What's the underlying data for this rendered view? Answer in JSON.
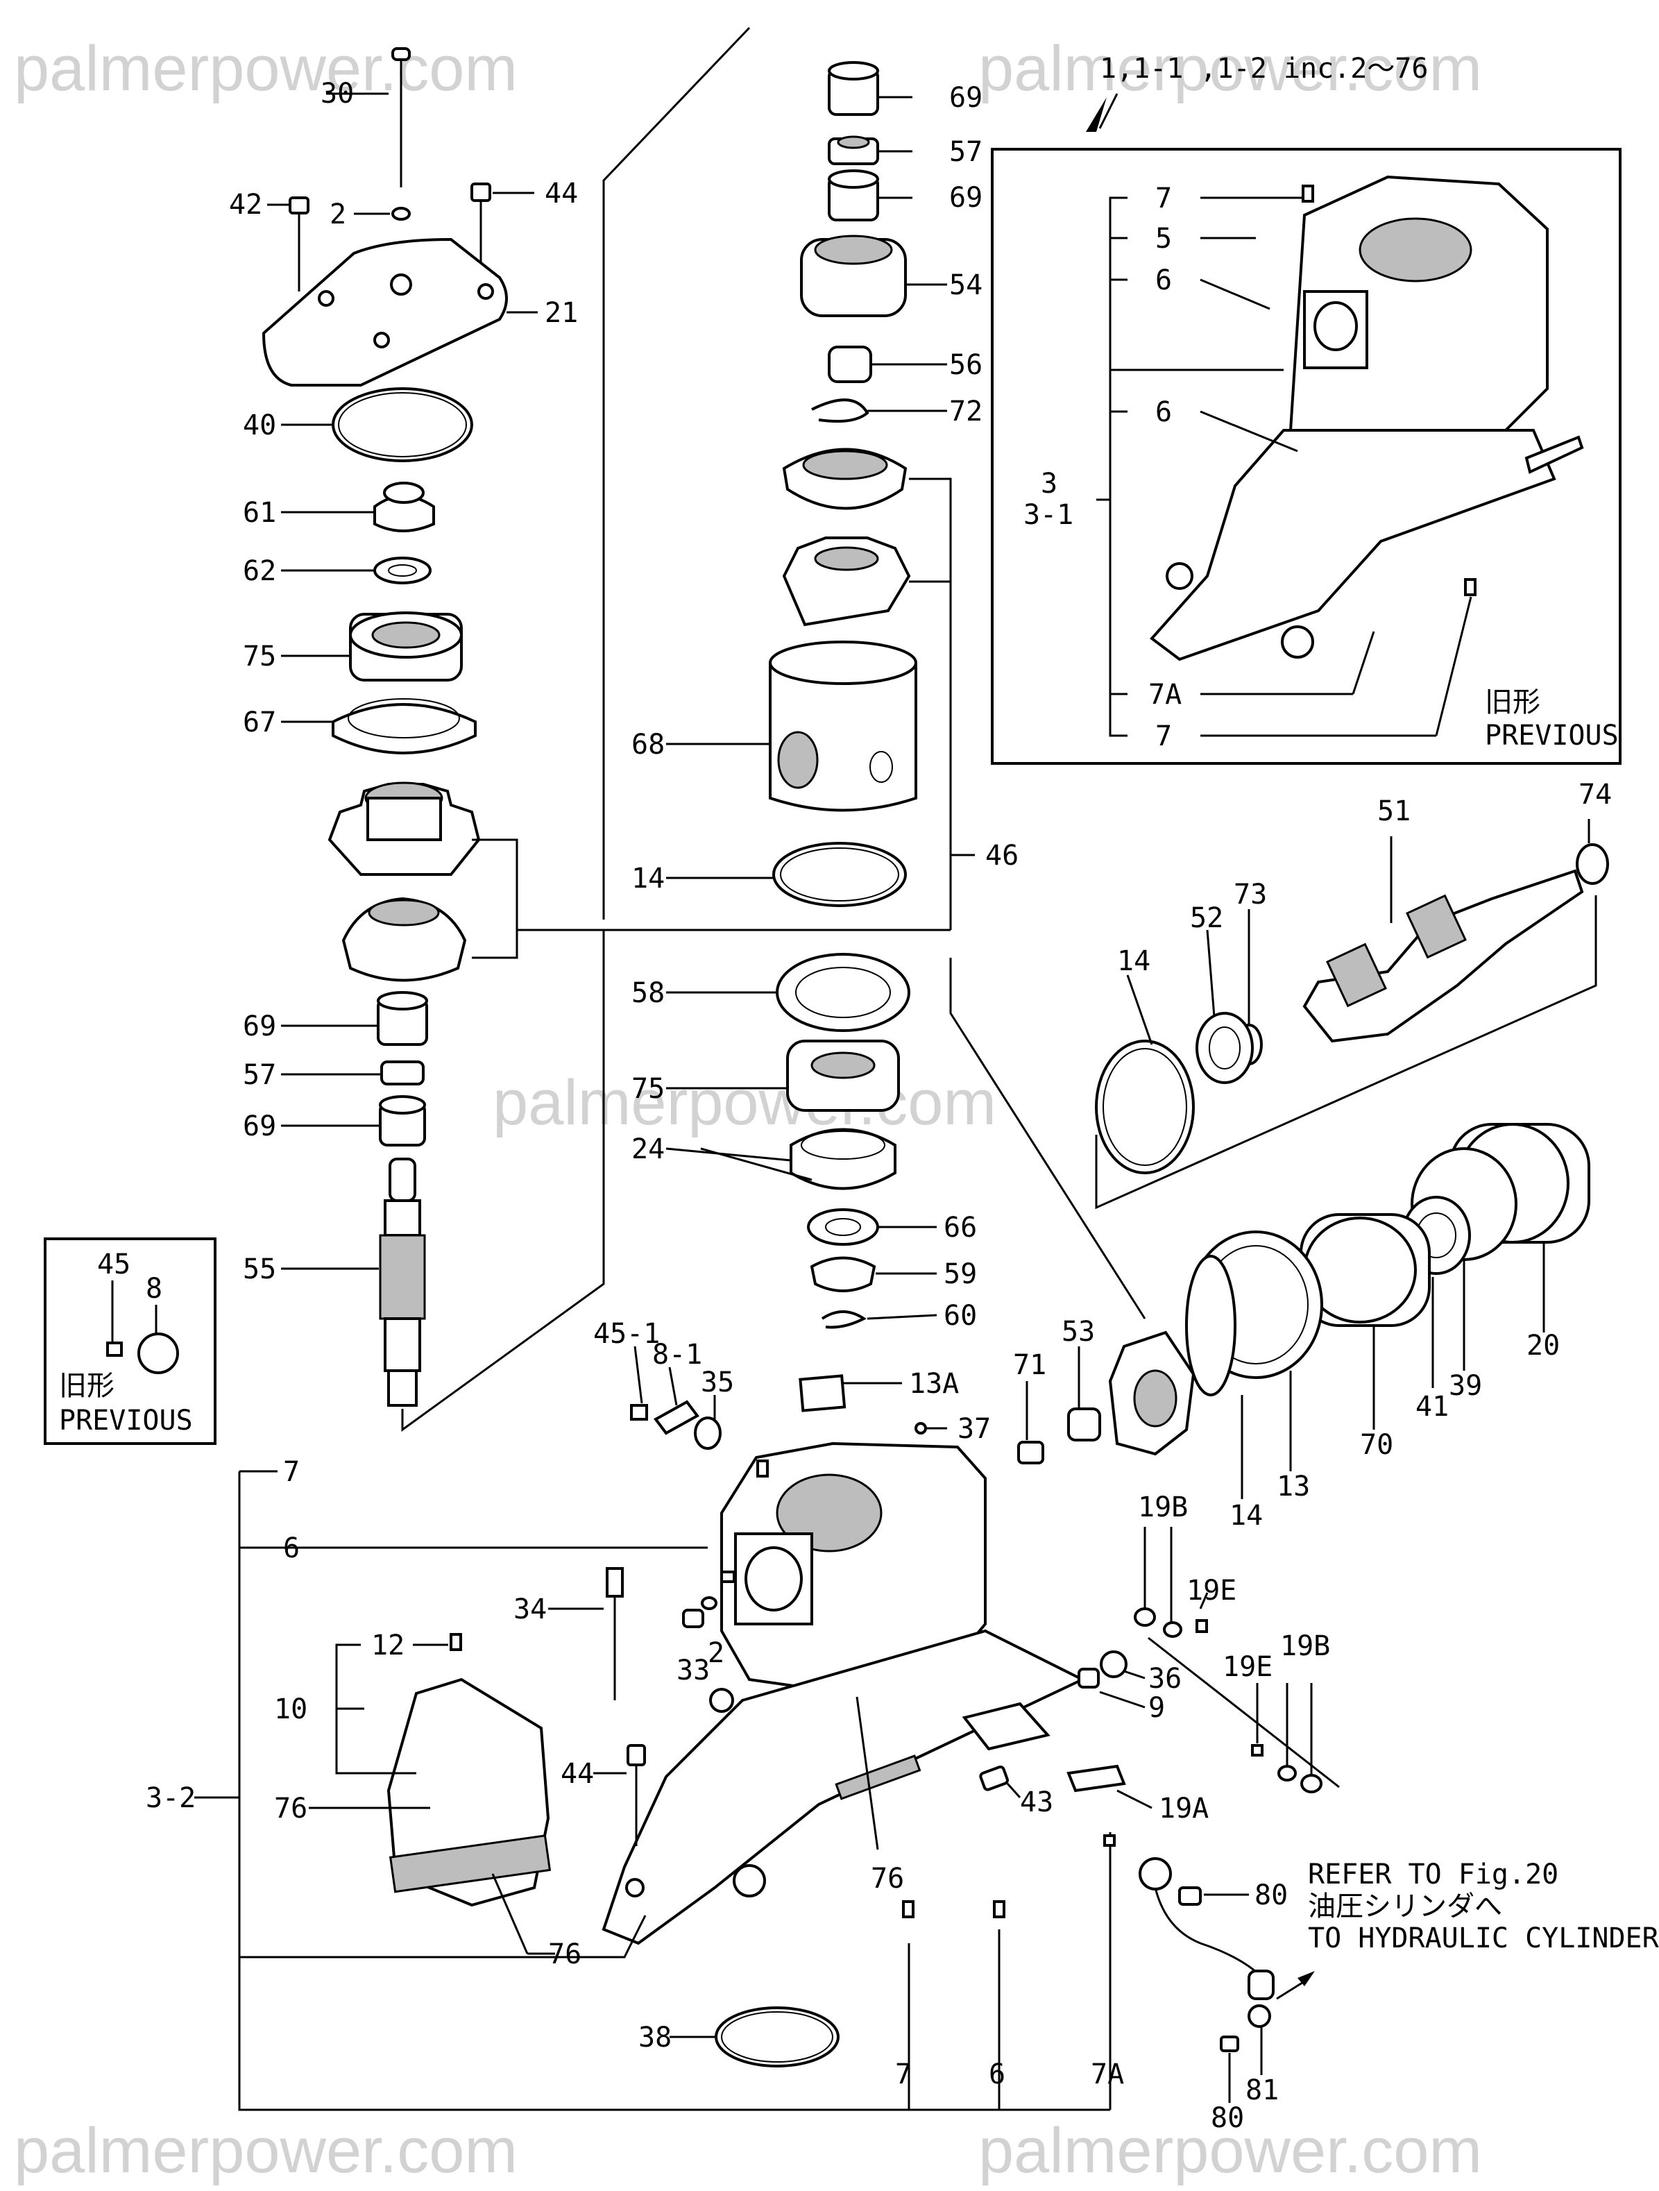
{
  "watermark": "palmerpower.com",
  "inset_header": "1,1-1 ,1-2 inc.2〜76",
  "previous_old": "旧形",
  "previous_en": "PREVIOUS",
  "refer": {
    "line1": "REFER TO Fig.20",
    "line2": "油圧シリンダへ",
    "line3": "TO HYDRAULIC CYLINDER"
  },
  "labels": {
    "l30": "30",
    "l2a": "2",
    "l42": "42",
    "l44a": "44",
    "l21": "21",
    "l40": "40",
    "l61": "61",
    "l62": "62",
    "l75a": "75",
    "l67": "67",
    "l69a": "69",
    "l57a": "57",
    "l69b": "69",
    "l55": "55",
    "l45": "45",
    "l8": "8",
    "l69c": "69",
    "l57b": "57",
    "l69d": "69",
    "l54": "54",
    "l56": "56",
    "l72": "72",
    "l68": "68",
    "l14a": "14",
    "l46": "46",
    "l58": "58",
    "l75b": "75",
    "l24": "24",
    "l66": "66",
    "l59": "59",
    "l60": "60",
    "i7a": "7",
    "i5": "5",
    "i6a": "6",
    "i6b": "6",
    "i3": "3",
    "i31": "3-1",
    "i7A": "7A",
    "i7b": "7",
    "l74": "74",
    "l51": "51",
    "l73": "73",
    "l52": "52",
    "l14b": "14",
    "l20": "20",
    "l39": "39",
    "l41": "41",
    "l70": "70",
    "l13": "13",
    "l14c": "14",
    "l53": "53",
    "l71": "71",
    "l451": "45-1",
    "l81b": "8-1",
    "l35": "35",
    "l13A": "13A",
    "l37": "37",
    "l7a": "7",
    "l6a": "6",
    "l34": "34",
    "l33": "33",
    "l2b": "2",
    "l12": "12",
    "l10": "10",
    "l32": "3-2",
    "l76a": "76",
    "l76b": "76",
    "l76c": "76",
    "l44b": "44",
    "l43": "43",
    "l19B1": "19B",
    "l19E1": "19E",
    "l36": "36",
    "l9": "9",
    "l19E2": "19E",
    "l19B2": "19B",
    "l19A": "19A",
    "l80a": "80",
    "l38": "38",
    "l7b": "7",
    "l6b": "6",
    "l7Ab": "7A",
    "l80b": "80",
    "l81": "81"
  }
}
